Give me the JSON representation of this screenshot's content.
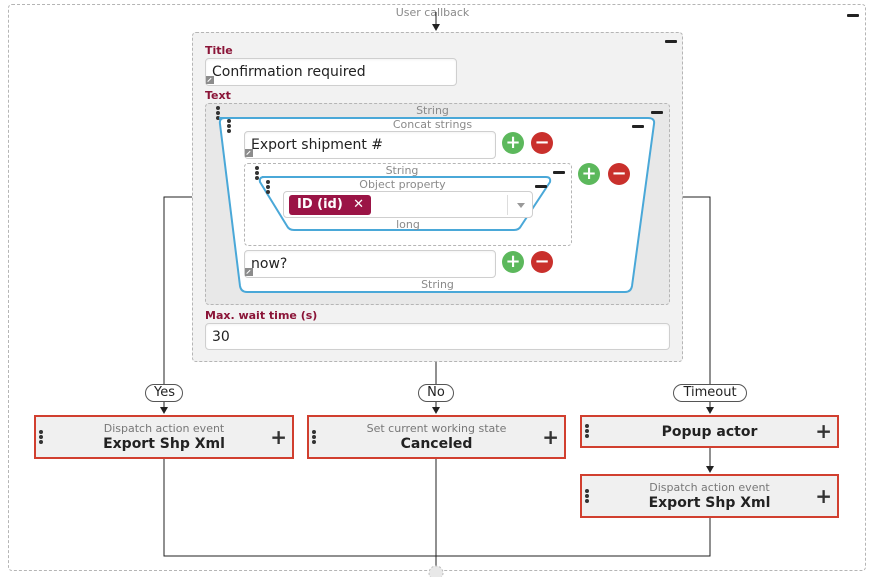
{
  "callback": {
    "title": "User callback",
    "title_field": {
      "label": "Title",
      "value": "Confirmation required"
    },
    "text_field": {
      "label": "Text"
    },
    "string_outer": {
      "caption": "String",
      "concat": {
        "caption": "Concat strings",
        "first_value": "Export shipment #",
        "inner_string": {
          "caption": "String",
          "object_property": {
            "caption": "Object property",
            "tag": "ID (id)",
            "type_label": "long"
          }
        },
        "last_value": "now?",
        "type_label": "String"
      }
    },
    "wait_field": {
      "label": "Max. wait time (s)",
      "value": "30"
    }
  },
  "branches": [
    {
      "label": "Yes",
      "nodes": [
        {
          "subtitle": "Dispatch action event",
          "title": "Export Shp Xml"
        }
      ]
    },
    {
      "label": "No",
      "nodes": [
        {
          "subtitle": "Set current working state",
          "title": "Canceled"
        }
      ]
    },
    {
      "label": "Timeout",
      "nodes": [
        {
          "subtitle": "",
          "title": "Popup actor"
        },
        {
          "subtitle": "Dispatch action event",
          "title": "Export Shp Xml"
        }
      ]
    }
  ],
  "icons": {
    "collapse": "minus-icon",
    "add": "plus-circle-icon",
    "remove": "minus-circle-icon",
    "drag": "drag-handle-icon",
    "resize": "resize-icon",
    "dropdown": "chevron-down-icon",
    "tag_remove": "x-icon",
    "node_add": "plus-icon"
  },
  "colors": {
    "label": "#8b1538",
    "tag": "#9b1446",
    "node_border": "#d13f2f",
    "add": "#5cb85c",
    "remove": "#c9302c",
    "highlight": "#4aa8d8"
  }
}
